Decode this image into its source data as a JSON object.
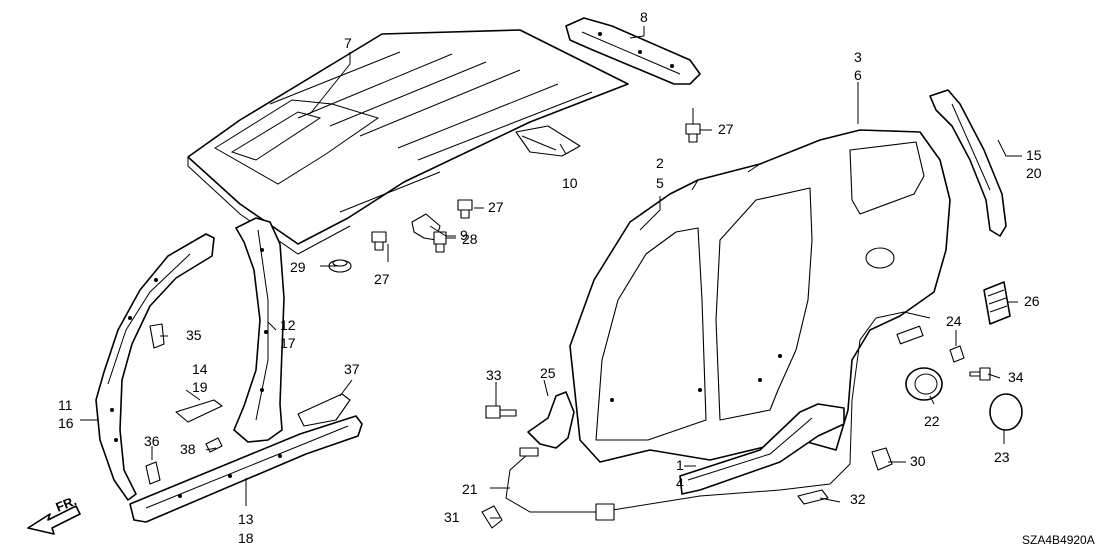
{
  "labels": {
    "l1": "1",
    "l2": "2",
    "l3": "3",
    "l4": "4",
    "l5": "5",
    "l6": "6",
    "l7": "7",
    "l8": "8",
    "l9": "9",
    "l10": "10",
    "l11": "11",
    "l12": "12",
    "l13": "13",
    "l14": "14",
    "l15": "15",
    "l16": "16",
    "l17": "17",
    "l18": "18",
    "l19": "19",
    "l20": "20",
    "l21": "21",
    "l22": "22",
    "l23": "23",
    "l24": "24",
    "l25": "25",
    "l26": "26",
    "l27a": "27",
    "l27b": "27",
    "l27c": "27",
    "l28": "28",
    "l29": "29",
    "l30": "30",
    "l31": "31",
    "l32": "32",
    "l33": "33",
    "l34": "34",
    "l35": "35",
    "l36": "36",
    "l37": "37",
    "l38": "38"
  },
  "direction_label": "FR.",
  "diagram_code": "SZA4B4920A"
}
